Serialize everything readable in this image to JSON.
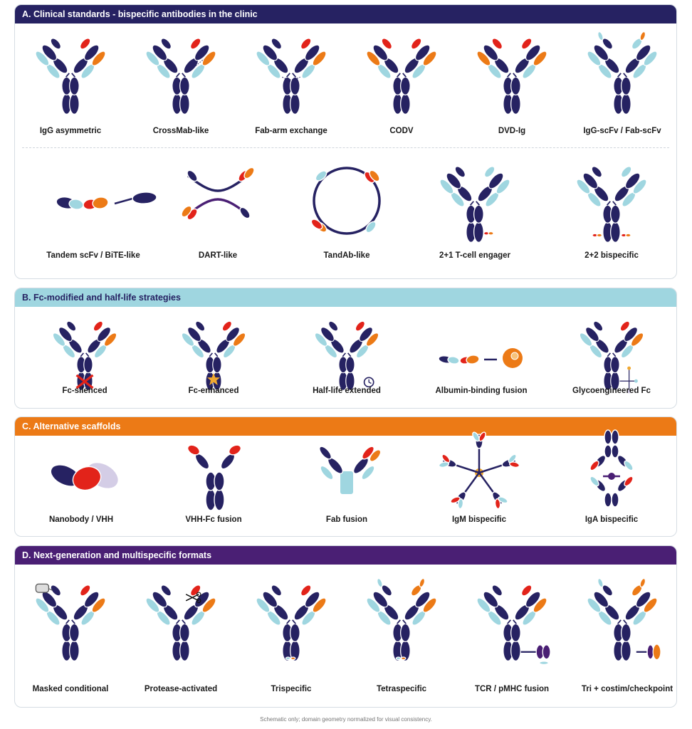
{
  "colors": {
    "navy": "#262262",
    "light_blue": "#9fd6e0",
    "red": "#e2231a",
    "orange": "#ec7a16",
    "purple": "#4a1f74",
    "lavender": "#d4cde6",
    "gold": "#f0a830"
  },
  "sections": [
    {
      "title": "A. Clinical standards - bispecific antibodies in the clinic",
      "items": [
        {
          "label": "IgG asymmetric",
          "icon": "igg-asymmetric-icon"
        },
        {
          "label": "CrossMab-like",
          "icon": "crossmab-icon"
        },
        {
          "label": "Fab-arm exchange",
          "icon": "fab-arm-exchange-icon"
        },
        {
          "label": "CODV",
          "icon": "codv-icon"
        },
        {
          "label": "DVD-Ig",
          "icon": "dvd-ig-icon"
        },
        {
          "label": "IgG-scFv / Fab-scFv",
          "icon": "igg-scfv-icon"
        },
        {
          "label": "Tandem scFv / BiTE-like",
          "icon": "tandem-scfv-icon"
        },
        {
          "label": "DART-like",
          "icon": "dart-icon"
        },
        {
          "label": "TandAb-like",
          "icon": "tandab-icon"
        },
        {
          "label": "2+1 T-cell engager",
          "icon": "two-plus-one-icon"
        },
        {
          "label": "2+2 bispecific",
          "icon": "two-plus-two-icon"
        }
      ]
    },
    {
      "title": "B. Fc-modified and half-life strategies",
      "items": [
        {
          "label": "Fc-silenced",
          "icon": "fc-silenced-icon"
        },
        {
          "label": "Fc-enhanced",
          "icon": "fc-enhanced-icon"
        },
        {
          "label": "Half-life extended",
          "icon": "half-life-clock-icon"
        },
        {
          "label": "Albumin-binding fusion",
          "icon": "albumin-fusion-icon"
        },
        {
          "label": "Glycoengineered Fc",
          "icon": "glycan-icon"
        }
      ]
    },
    {
      "title": "C. Alternative scaffolds",
      "items": [
        {
          "label": "Nanobody / VHH",
          "icon": "nanobody-icon"
        },
        {
          "label": "VHH-Fc fusion",
          "icon": "vhh-fc-icon"
        },
        {
          "label": "Fab fusion",
          "icon": "fab-fusion-icon"
        },
        {
          "label": "IgM bispecific",
          "icon": "igm-pentamer-icon"
        },
        {
          "label": "IgA bispecific",
          "icon": "iga-dimer-icon"
        }
      ]
    },
    {
      "title": "D. Next-generation and multispecific formats",
      "items": [
        {
          "label": "Masked conditional",
          "icon": "mask-icon"
        },
        {
          "label": "Protease-activated",
          "icon": "scissors-icon"
        },
        {
          "label": "Trispecific",
          "icon": "trispecific-icon"
        },
        {
          "label": "Tetraspecific",
          "icon": "tetraspecific-icon"
        },
        {
          "label": "TCR / pMHC fusion",
          "icon": "tcr-pmhc-icon"
        },
        {
          "label": "Tri + costim/checkpoint",
          "icon": "costim-checkpoint-icon"
        }
      ]
    }
  ],
  "footnote": "Schematic only; domain geometry normalized for visual consistency."
}
